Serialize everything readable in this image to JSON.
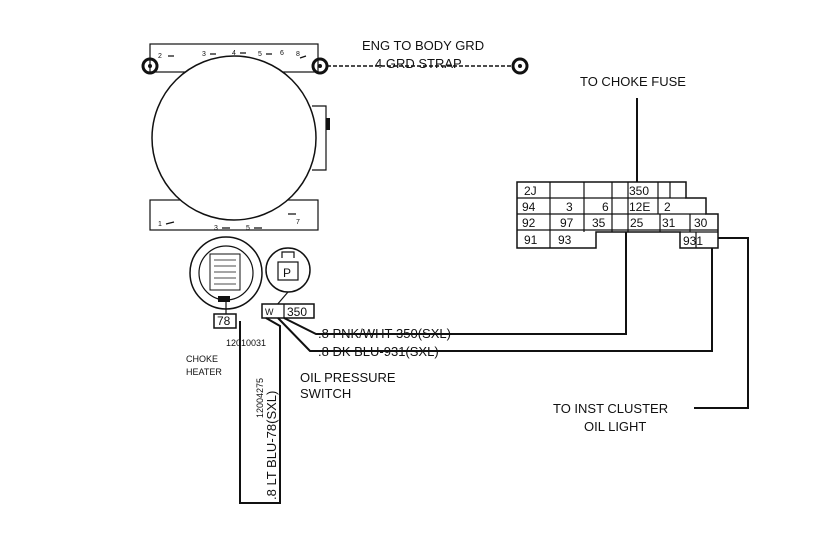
{
  "labels": {
    "ground_strap_line1": "ENG TO BODY GRD",
    "ground_strap_line2": "4 GRD STRAP",
    "choke_fuse": "TO CHOKE FUSE",
    "wire_350": ".8 PNK/WHT-350(SXL)",
    "wire_931": ".8 DK BLU-931(SXL)",
    "wire_78": ".8 LT BLU-78(SXL)",
    "part_12004275": "12004275",
    "part_12010031": "12010031",
    "choke_heater_line1": "CHOKE",
    "choke_heater_line2": "HEATER",
    "oil_switch_line1": "OIL  PRESSURE",
    "oil_switch_line2": "SWITCH",
    "inst_cluster_line1": "TO INST CLUSTER",
    "inst_cluster_line2": "OIL LIGHT",
    "choke_terminal": "78",
    "switch_term_left": "W",
    "switch_term_right": "350",
    "oil_switch_symbol": "P"
  },
  "distributor_cap": {
    "top_numbers": [
      "2",
      "3",
      "4",
      "5",
      "6",
      "8"
    ],
    "bottom_numbers": [
      "1",
      "3",
      "5",
      "7"
    ]
  },
  "connector": {
    "rows": [
      [
        "2J",
        "",
        "",
        "",
        "350",
        ""
      ],
      [
        "94",
        "3",
        "6",
        "12E",
        "2",
        ""
      ],
      [
        "92",
        "97",
        "35",
        "25",
        "31",
        "30"
      ],
      [
        "91",
        "93",
        "",
        "",
        "931",
        ""
      ]
    ]
  }
}
